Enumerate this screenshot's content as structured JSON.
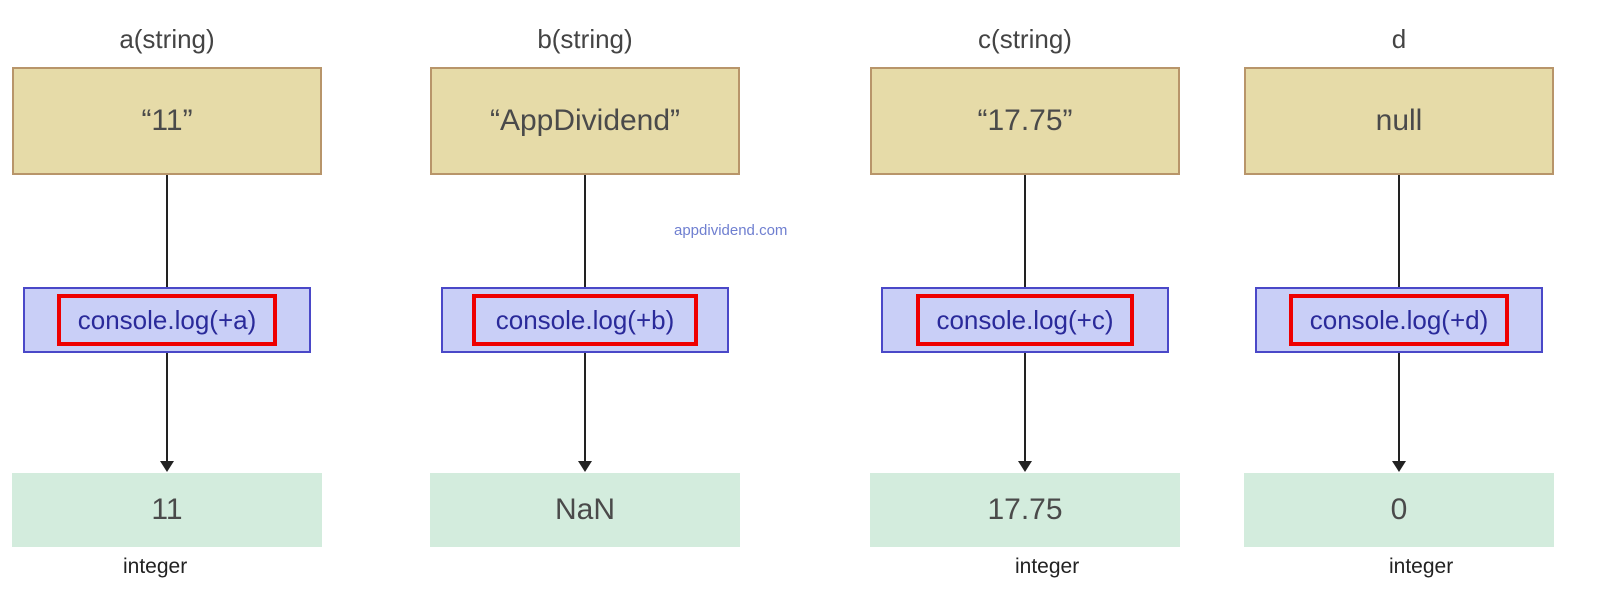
{
  "watermark": "appdividend.com",
  "columns": [
    {
      "title": "a(string)",
      "value": "“11”",
      "code": "console.log(+a)",
      "result": "11",
      "type_label": "integer"
    },
    {
      "title": "b(string)",
      "value": "“AppDividend”",
      "code": "console.log(+b)",
      "result": "NaN",
      "type_label": ""
    },
    {
      "title": "c(string)",
      "value": "“17.75”",
      "code": "console.log(+c)",
      "result": "17.75",
      "type_label": "integer"
    },
    {
      "title": "d",
      "value": "null",
      "code": "console.log(+d)",
      "result": "0",
      "type_label": "integer"
    }
  ],
  "colors": {
    "value_fill": "#e6dba8",
    "value_border": "#b8956a",
    "log_fill": "#c9cff7",
    "log_border": "#4a48c8",
    "highlight": "#ee0000",
    "result_fill": "#d3ecdd"
  }
}
